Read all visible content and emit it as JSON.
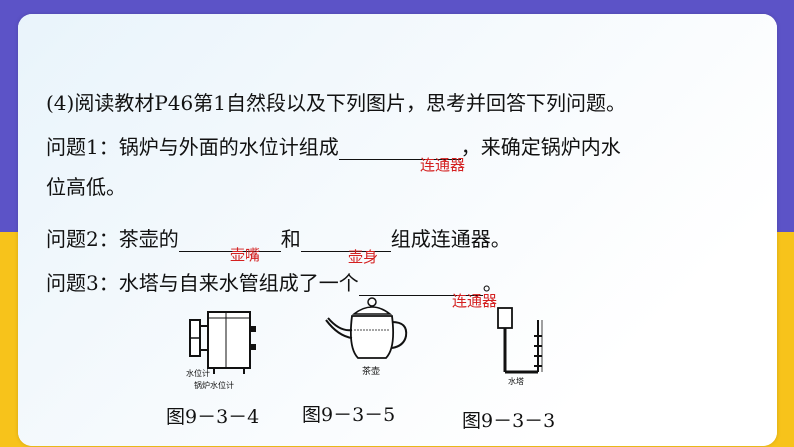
{
  "question": {
    "intro": "(4)阅读教材P46第1自然段以及下列图片，思考并回答下列问题。",
    "q1": {
      "prefix": "问题1：锅炉与外面的水位计组成",
      "suffix": "，来确定锅炉内水",
      "line2": "位高低。",
      "answer": "连通器"
    },
    "q2": {
      "prefix": "问题2：茶壶的",
      "middle": "和",
      "suffix": "组成连通器。",
      "answer1": "壶嘴",
      "answer2": "壶身"
    },
    "q3": {
      "prefix": "问题3：水塔与自来水管组成了一个",
      "suffix": "。",
      "answer": "连通器"
    }
  },
  "figures": {
    "boiler": {
      "label_gauge": "水位计",
      "label_boiler": "锅炉水位计",
      "caption": "图9－3－4"
    },
    "teapot": {
      "label": "茶壶",
      "caption": "图9－3－5"
    },
    "tower": {
      "label": "水塔",
      "caption": "图9－3－3"
    }
  },
  "colors": {
    "top_band": "#5c53c7",
    "bottom_band": "#f7c31b",
    "answer": "#d42020"
  }
}
